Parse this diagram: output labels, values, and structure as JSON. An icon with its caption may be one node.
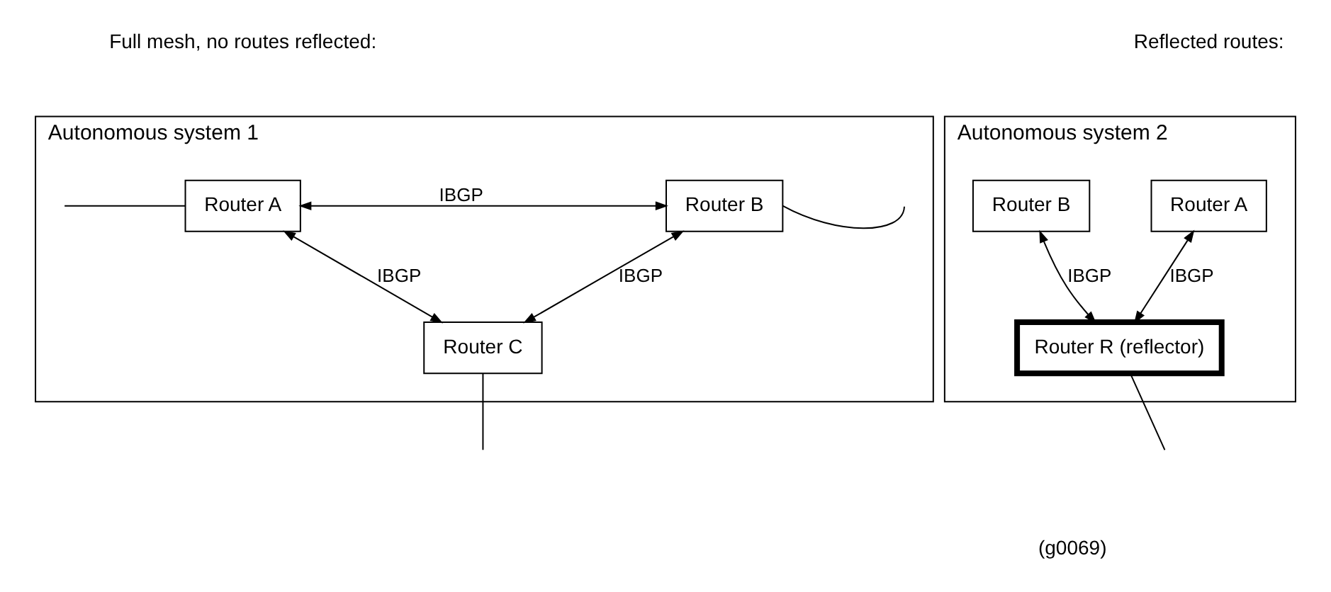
{
  "diagram": {
    "nodes": [
      {
        "text": [
          "Autonomous system 1"
        ]
      },
      {
        "text": [
          "Router A"
        ],
        "in": 0
      },
      {
        "text": [
          "Router B"
        ],
        "in": 0
      },
      {
        "text": [
          "Router C"
        ],
        "in": 0
      },
      {
        "text": [
          "Autonomous system 2"
        ]
      },
      {
        "text": [
          "Router A"
        ],
        "in": 4
      },
      {
        "text": [
          "Router B"
        ],
        "in": 4
      },
      {
        "text": [
          "Router R (reflector)"
        ],
        "in": 4
      }
    ],
    "edges": [
      {
        "from": 1,
        "to": 2,
        "arrow": "both",
        "label": "IBGP"
      },
      {
        "from": 1,
        "to": 3,
        "arrow": "both",
        "label": "IBGP"
      },
      {
        "from": 2,
        "to": 3,
        "arrow": "both",
        "label": "IBGP"
      },
      {
        "from": null,
        "to": 1,
        "arrow": "none"
      },
      {
        "from": 2,
        "to": null,
        "arrow": "none"
      },
      {
        "from": 3,
        "to": null,
        "arrow": "none"
      },
      {
        "from": 5,
        "to": 7,
        "arrow": "both",
        "label": "IBGP"
      },
      {
        "from": 6,
        "to": 7,
        "arrow": "both",
        "label": "IBGP"
      },
      {
        "from": 7,
        "to": null,
        "arrow": "none"
      }
    ],
    "labels": [
      "Full mesh, no routes reflected:",
      "Reflected routes:",
      "(g0069)"
    ]
  }
}
